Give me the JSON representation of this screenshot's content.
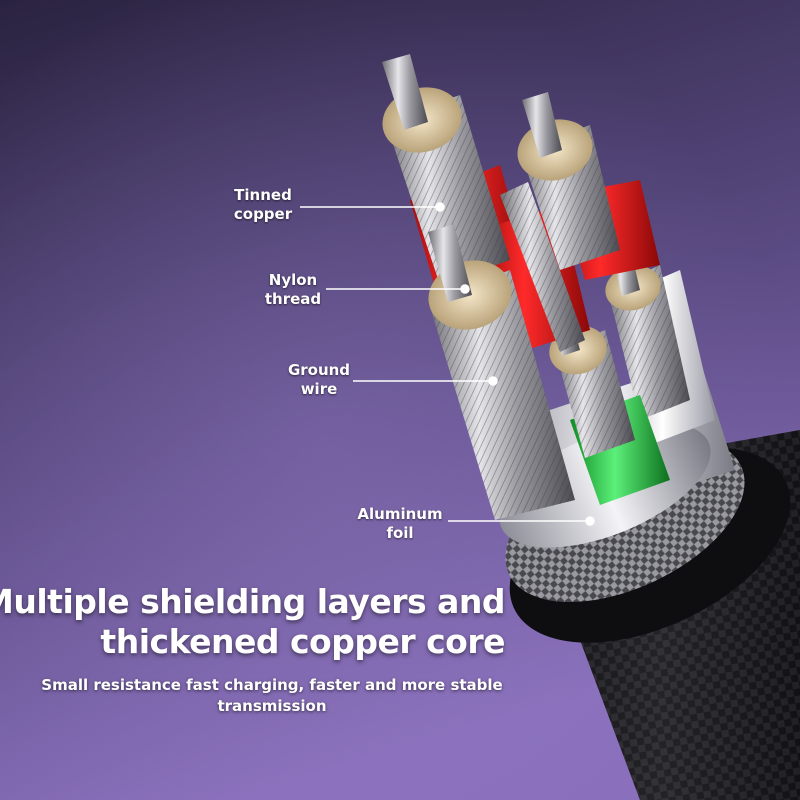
{
  "colors": {
    "background_top": "#2c2540",
    "background_bottom": "#7f67b0",
    "conductor_insulation_red": "#e01a1a",
    "conductor_insulation_green": "#19c83a",
    "conductor_insulation_white": "#e8e8ee",
    "braid": "#3a3a3e",
    "jacket": "#151515"
  },
  "labels": {
    "tinned_copper": [
      "Tinned",
      "copper"
    ],
    "nylon_thread": [
      "Nylon",
      "thread"
    ],
    "ground_wire": [
      "Ground",
      "wire"
    ],
    "aluminum_foil": [
      "Aluminum",
      "foil"
    ]
  },
  "headline": {
    "line1": "Multiple shielding layers and",
    "line2": "thickened copper core"
  },
  "subheadline": {
    "line1": "Small resistance fast charging, faster and more stable",
    "line2": "transmission"
  }
}
